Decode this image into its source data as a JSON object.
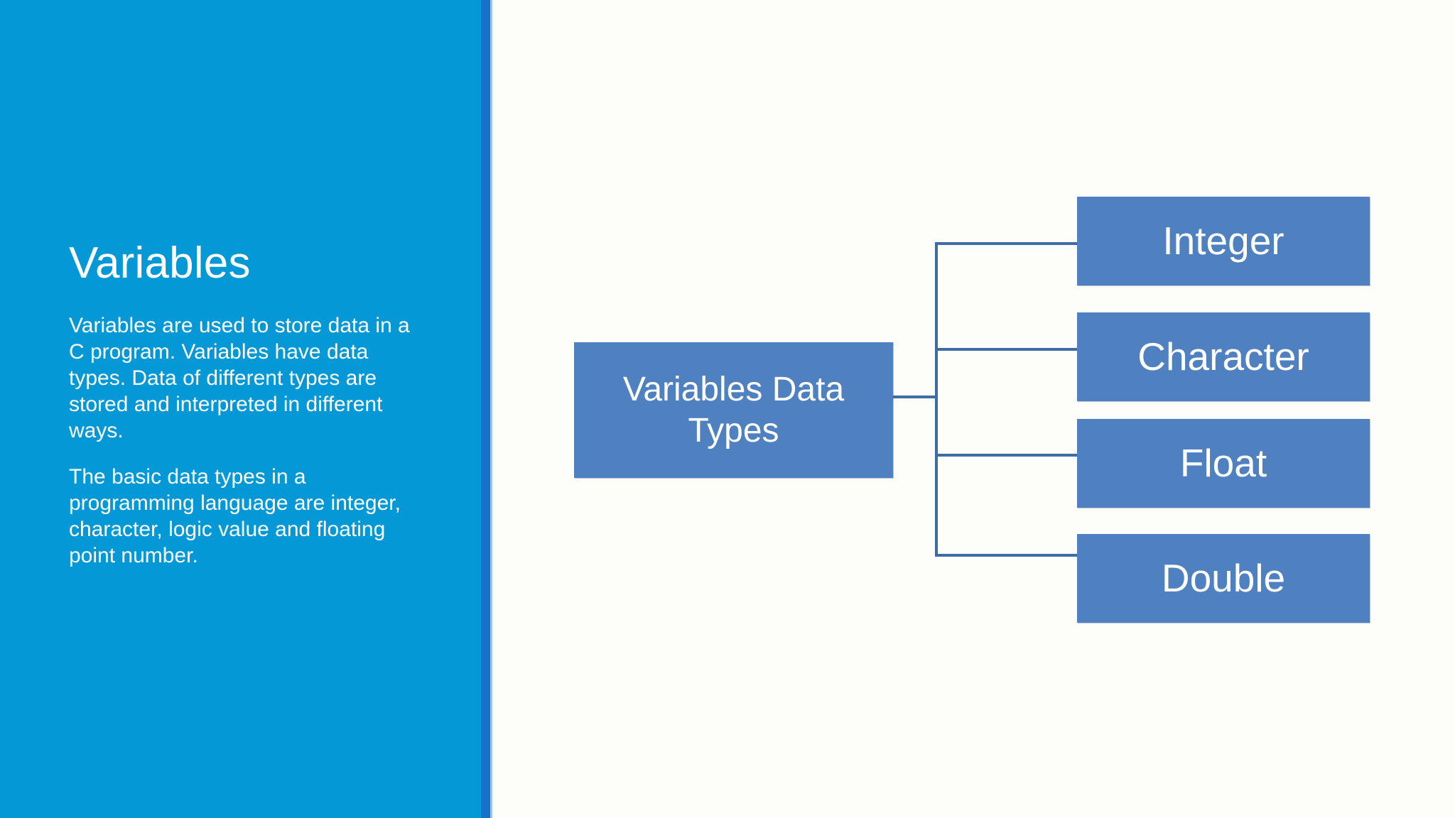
{
  "slide": {
    "title": "Variables",
    "paragraphs": [
      "Variables are used to store data in a C program.  Variables have data types.  Data of different types are stored and interpreted in different ways.",
      "The basic data types in a programming language are integer, character, logic value and floating point number."
    ]
  },
  "diagram": {
    "root": "Variables Data Types",
    "leaves": [
      {
        "label": "Integer"
      },
      {
        "label": "Character"
      },
      {
        "label": "Float"
      },
      {
        "label": "Double"
      }
    ]
  },
  "colors": {
    "panel_blue": "#0499D6",
    "panel_stripe": "#1771C9",
    "node_blue": "#4F81C0",
    "connector": "#3E6CA5",
    "background": "#FDFEFA",
    "text_on_blue": "#FFFFFF"
  }
}
